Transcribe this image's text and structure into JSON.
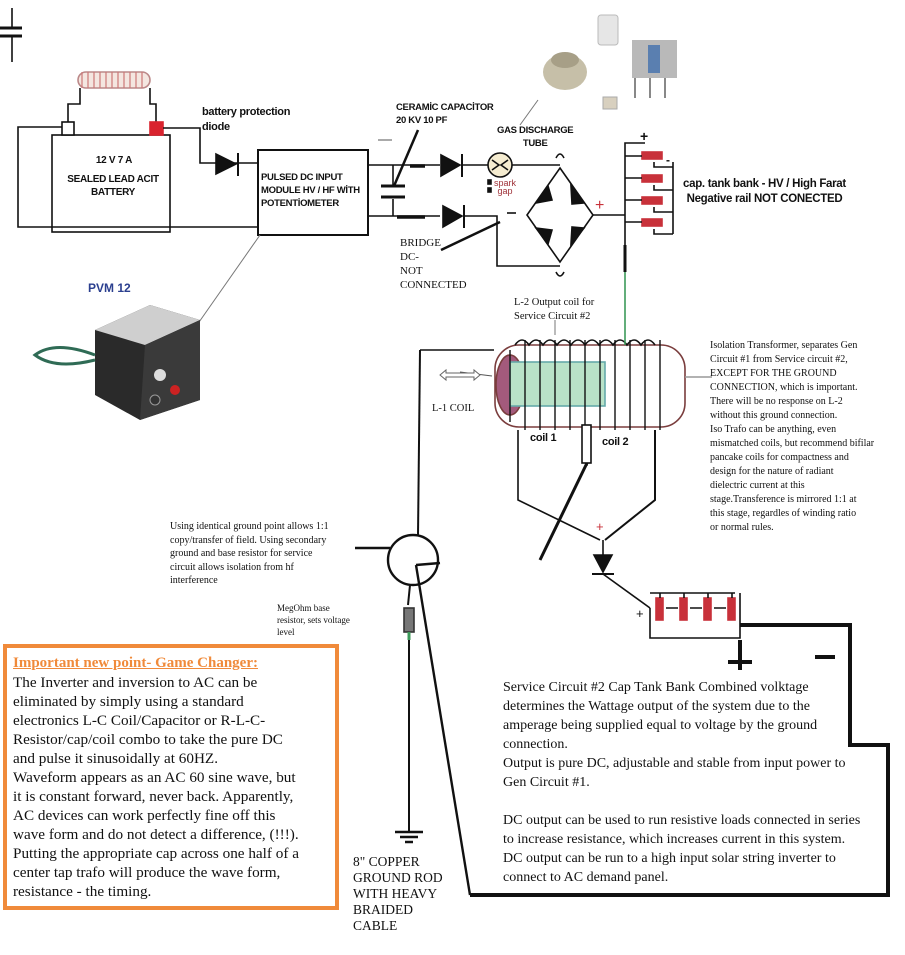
{
  "battery": {
    "rating": "12 V   7 A",
    "type": "SEALED LEAD ACIT\nBATTERY"
  },
  "labels": {
    "battery_diode": "battery protection\ndiode",
    "module": "PULSED DC INPUT\nMODULE HV / HF WİTH\nPOTENTİOMETER",
    "ceramic_cap": "CERAMİC CAPACİTOR\n20 KV  10 PF",
    "gas_tube": "GAS DISCHARGE\nTUBE",
    "spark_gap": "spark\ngap",
    "bridge_note": "BRIDGE\nDC-\nNOT\nCONNECTED",
    "cap_bank": "cap. tank bank - HV / High Farat\nNegative rail NOT CONECTED",
    "pvm": "PVM 12",
    "l2_coil": "L-2 Output coil for\nService Circuit #2",
    "l1_coil": "L-1 COIL",
    "coil1": "coil 1",
    "coil2": "coil 2",
    "iso_note": "Isolation Transformer, separates Gen\nCircuit #1 from Service circuit #2,\nEXCEPT FOR THE GROUND\nCONNECTION,  which is important.\nThere will be no response on L-2\nwithout this ground connection.\nIso Trafo can be anything, even\nmismatched coils, but recommend bifilar\npancake coils for compactness and\ndesign for the nature of radiant\ndielectric current at this\nstage.Transference is mirrored 1:1 at\nthis stage, regardles of winding ratio\nor normal rules.",
    "ground_note": "Using identical ground point allows 1:1\ncopy/transfer of field. Using secondary\nground and base resistor for service\ncircuit allows isolation from hf\ninterference",
    "resistor_note": "MegOhm base\nresistor, sets voltage\nlevel",
    "ground_rod": "8\" COPPER\nGROUND ROD\nWITH HEAVY\nBRAIDED\nCABLE",
    "service_note": "Service Circuit #2 Cap Tank Bank Combined volktage\ndetermines the Wattage output of the system due to the\namperage being supplied  equal to voltage by the ground\nconnection.\nOutput is pure DC, adjustable and stable from input power to\nGen Circuit #1.\n\nDC output can be used to run resistive loads connected in series\nto increase resistance, which increases current in this system.\nDC output can be run to a high input solar string inverter to\nconnect to AC demand panel.",
    "plus": "+",
    "minus": "-",
    "tilde": "~"
  },
  "important_box": {
    "heading": "Important new point- Game Changer:",
    "body": "The Inverter and inversion to AC can be\neliminated by simply using a standard\nelectronics L-C Coil/Capacitor or R-L-C-\nResistor/cap/coil combo to take the pure DC\nand pulse it sinusoidally at 60HZ.\nWaveform appears as an AC 60 sine wave, but\nit is constant forward, never back. Apparently,\nAC devices can work perfectly fine off this\nwave form and do not detect a difference, (!!!).\nPutting the appropriate cap across one half of a\ncenter tap trafo will produce the wave form,\nresistance - the timing."
  },
  "colors": {
    "accent_orange": "#f08a3a",
    "capacitor_red": "#c8313a",
    "pvm_blue": "#2b3f8f",
    "wire_green": "#3c9a5a"
  }
}
